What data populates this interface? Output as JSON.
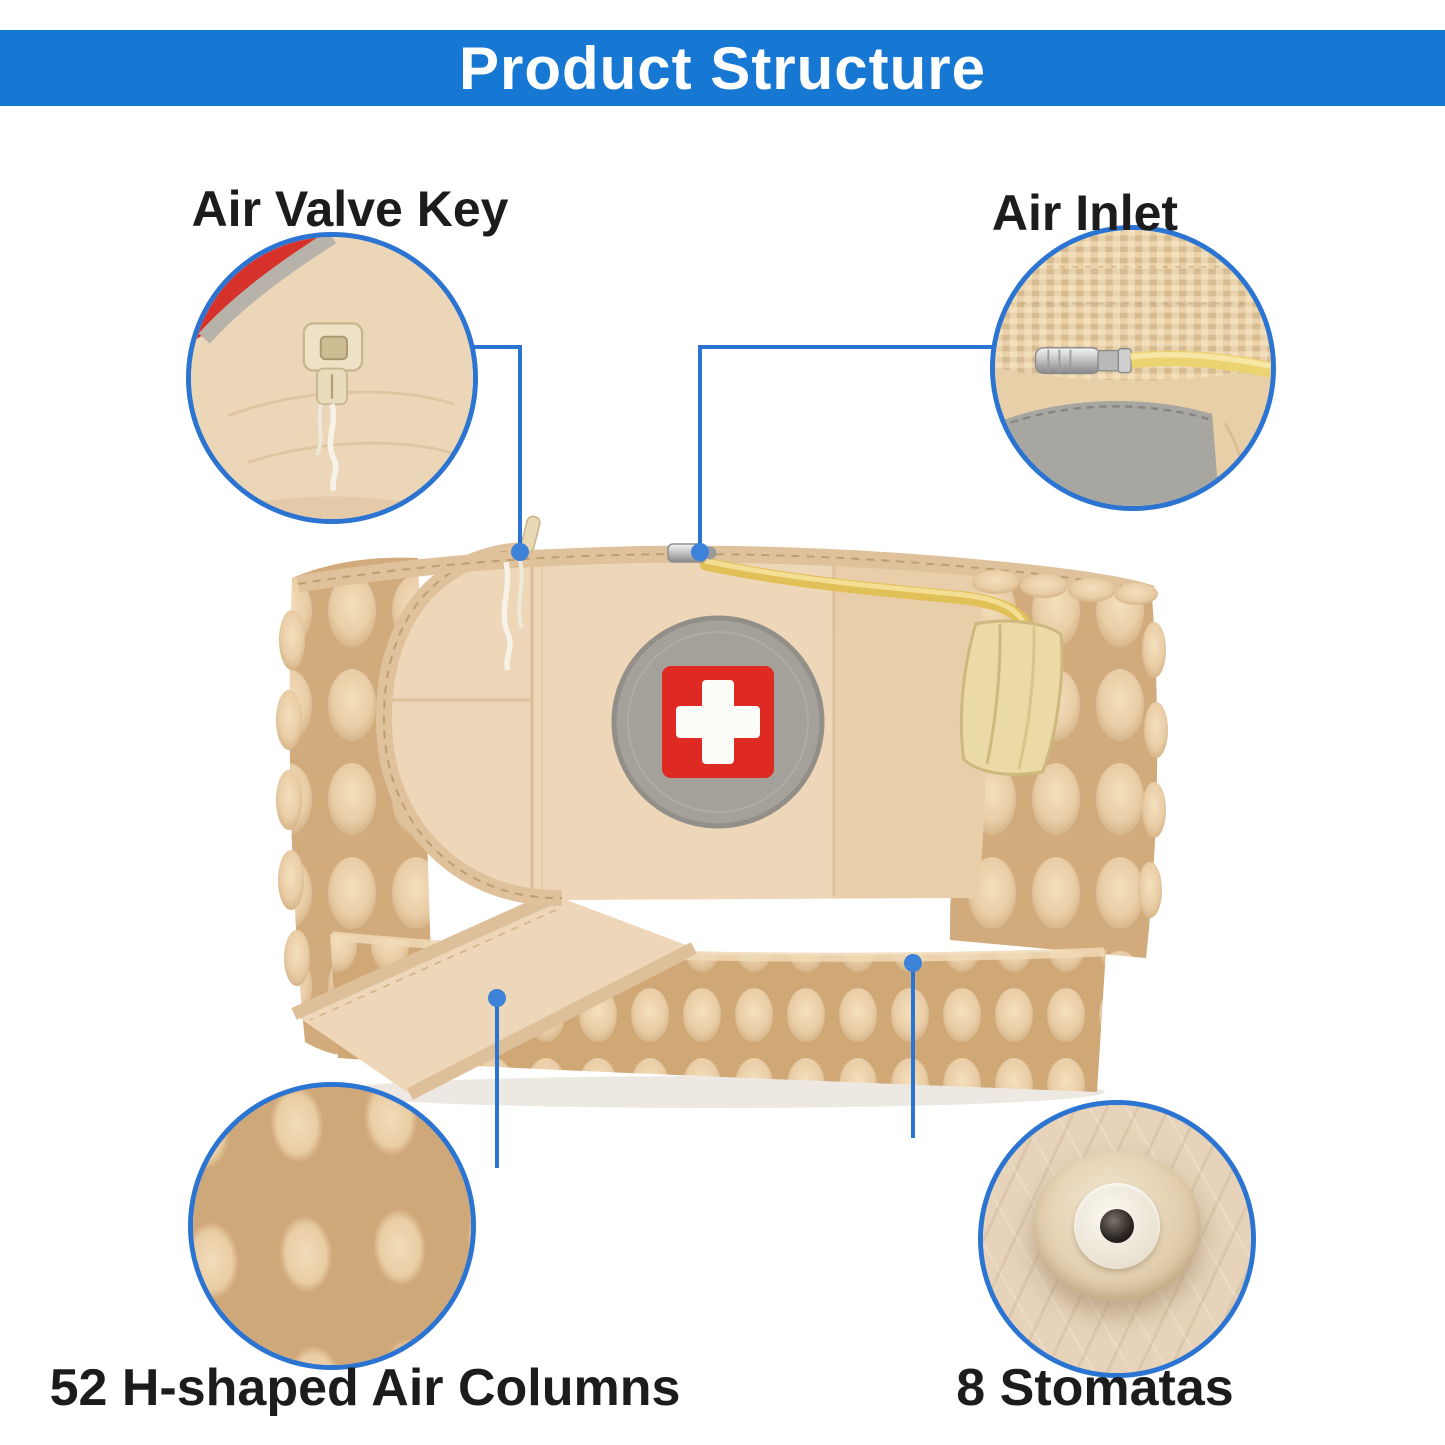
{
  "header": {
    "title": "Product Structure"
  },
  "callouts": {
    "air_valve_key": {
      "label": "Air Valve Key"
    },
    "air_inlet": {
      "label": "Air Inlet"
    },
    "air_columns": {
      "label": "52 H-shaped Air Columns"
    },
    "stomatas": {
      "label": "8 Stomatas"
    }
  },
  "product": {
    "badge": {
      "icon": "medical-cross",
      "red": "#de2a23",
      "gray": "#a3a19a",
      "cross": "#ffffff"
    },
    "belt_color": "#e8cba6",
    "tube_color": "#e2c058"
  },
  "colors": {
    "header_bg": "#1778d3",
    "header_text": "#ffffff",
    "connector_blue": "#2c74d1",
    "label_text": "#1c1c1c",
    "background": "#ffffff"
  }
}
